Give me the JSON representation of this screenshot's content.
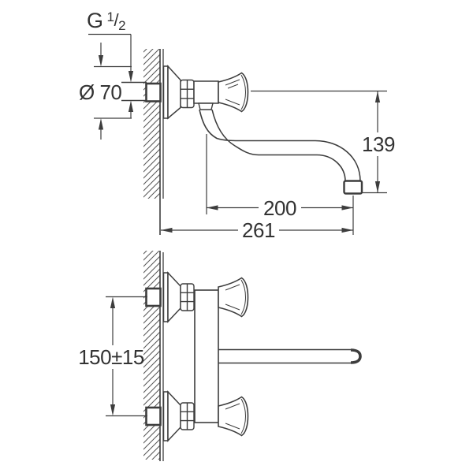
{
  "drawing": {
    "product": "wall-mounted two-handle mixer technical drawing",
    "colors": {
      "background": "#ffffff",
      "line": "#3d3d3d",
      "text": "#333333"
    },
    "side_view": {
      "labels": {
        "thread_size": {
          "prefix": "G",
          "numerator": "1",
          "slash": "/",
          "denominator": "2"
        },
        "escutcheon_diameter": "Ø 70",
        "spout_height": "139",
        "spout_reach": "200",
        "total_projection": "261"
      }
    },
    "plan_view": {
      "labels": {
        "connection_distance": "150±15"
      }
    }
  }
}
